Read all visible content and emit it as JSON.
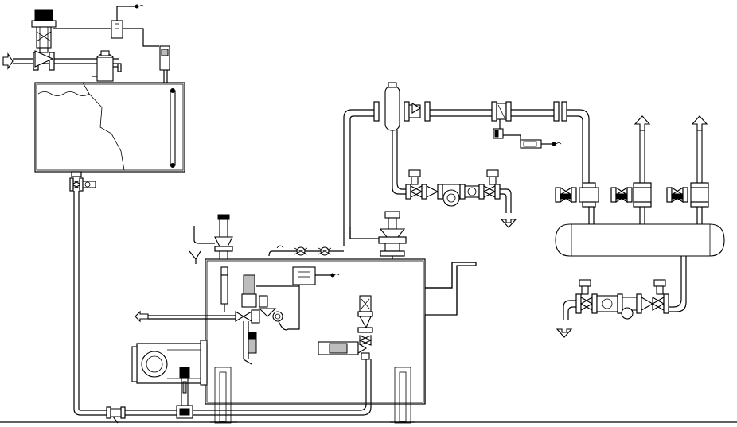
{
  "diagram": {
    "background": "#ffffff",
    "line_color": "#000000",
    "water_fill_color": "#bdbdbd",
    "components": [
      "feedwater-tank",
      "control-valve-actuator",
      "deaerator-vent",
      "level-gauge",
      "boiler-shell",
      "burner",
      "feed-pump",
      "strainer",
      "safety-valve",
      "main-steam-valve",
      "steam-separator",
      "steam-trap-station",
      "steam-header",
      "header-outlet-valves",
      "condensate-trap-station",
      "exhaust-flue",
      "pressure-transmitter",
      "water-level-controller"
    ],
    "flow_arrows": [
      "inlet-arrow",
      "outlet-arrow",
      "drain-arrow",
      "vent-arrow"
    ]
  }
}
